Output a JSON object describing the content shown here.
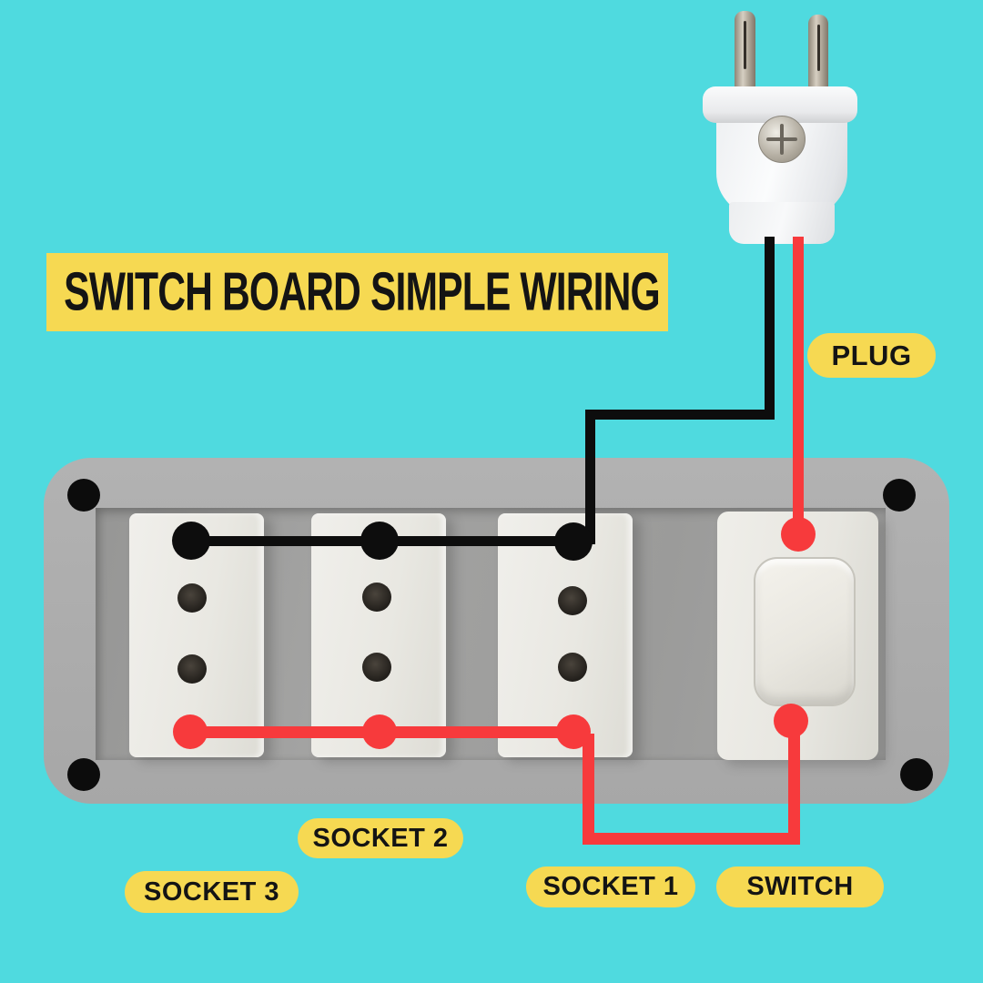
{
  "title": "SWITCH BOARD SIMPLE WIRING",
  "labels": {
    "plug": "PLUG",
    "socket1": "SOCKET 1",
    "socket2": "SOCKET 2",
    "socket3": "SOCKET 3",
    "switch": "SWITCH"
  },
  "components": {
    "plug": "two-pin plug",
    "board": "switch board with three sockets and one switch",
    "socket_count": 3,
    "switch_count": 1
  },
  "wiring": {
    "black_wire": "plug left pin to top terminals of socket 1, socket 2 and socket 3",
    "red_wire_supply": "plug right pin to switch top terminal",
    "red_wire_return": "switch bottom terminal to bottom terminals of socket 1, socket 2 and socket 3"
  },
  "colors": {
    "bg": "#4fdadf",
    "yellow": "#f6d952",
    "red": "#f73a3c",
    "wire-black": "#0d0d0d",
    "board": "#acacac",
    "inset": "#9d9d9c",
    "part-white": "#ebeae5",
    "text": "#141414"
  }
}
